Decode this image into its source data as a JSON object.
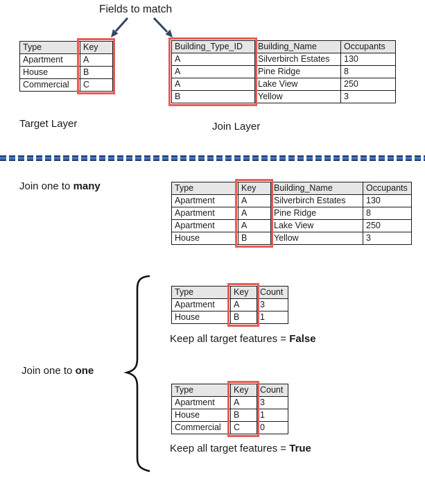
{
  "colors": {
    "highlight_red": "#e75c55",
    "divider_blue": "#4472c4",
    "divider_navy": "#1f3864",
    "arrow_dark": "#35455e",
    "table_header_gray": "#e7e6e6",
    "text": "#1a1a1a"
  },
  "labels": {
    "fields_to_match": "Fields to match",
    "target_layer": "Target Layer",
    "join_layer": "Join Layer",
    "join_many": {
      "prefix": "Join one to ",
      "bold": "many"
    },
    "join_one": {
      "prefix": "Join one to ",
      "bold": "one"
    },
    "keep_false": {
      "prefix": "Keep all target features = ",
      "bold": "False"
    },
    "keep_true": {
      "prefix": "Keep all target features = ",
      "bold": "True"
    }
  },
  "icons": {
    "left_arrow": "down-left-arrow",
    "right_arrow": "down-right-arrow",
    "brace": "left-curly-brace"
  },
  "tables": {
    "target": {
      "headers": [
        "Type",
        "Key"
      ],
      "rows": [
        [
          "Apartment",
          "A"
        ],
        [
          "House",
          "B"
        ],
        [
          "Commercial",
          "C"
        ]
      ],
      "highlight_col": 1
    },
    "join": {
      "headers": [
        "Building_Type_ID",
        "Building_Name",
        "Occupants"
      ],
      "rows": [
        [
          "A",
          "Silverbirch Estates",
          "130"
        ],
        [
          "A",
          "Pine Ridge",
          "8"
        ],
        [
          "A",
          "Lake View",
          "250"
        ],
        [
          "B",
          "Yellow",
          "3"
        ]
      ],
      "highlight_col": 0
    },
    "one_to_many": {
      "headers": [
        "Type",
        "Key",
        "Building_Name",
        "Occupants"
      ],
      "rows": [
        [
          "Apartment",
          "A",
          "Silverbirch Estates",
          "130"
        ],
        [
          "Apartment",
          "A",
          "Pine Ridge",
          "8"
        ],
        [
          "Apartment",
          "A",
          "Lake View",
          "250"
        ],
        [
          "House",
          "B",
          "Yellow",
          "3"
        ]
      ],
      "highlight_col": 1
    },
    "one_to_one_false": {
      "headers": [
        "Type",
        "Key",
        "Count"
      ],
      "rows": [
        [
          "Apartment",
          "A",
          "3"
        ],
        [
          "House",
          "B",
          "1"
        ]
      ],
      "highlight_col": 1
    },
    "one_to_one_true": {
      "headers": [
        "Type",
        "Key",
        "Count"
      ],
      "rows": [
        [
          "Apartment",
          "A",
          "3"
        ],
        [
          "House",
          "B",
          "1"
        ],
        [
          "Commercial",
          "C",
          "0"
        ]
      ],
      "highlight_col": 1
    }
  }
}
